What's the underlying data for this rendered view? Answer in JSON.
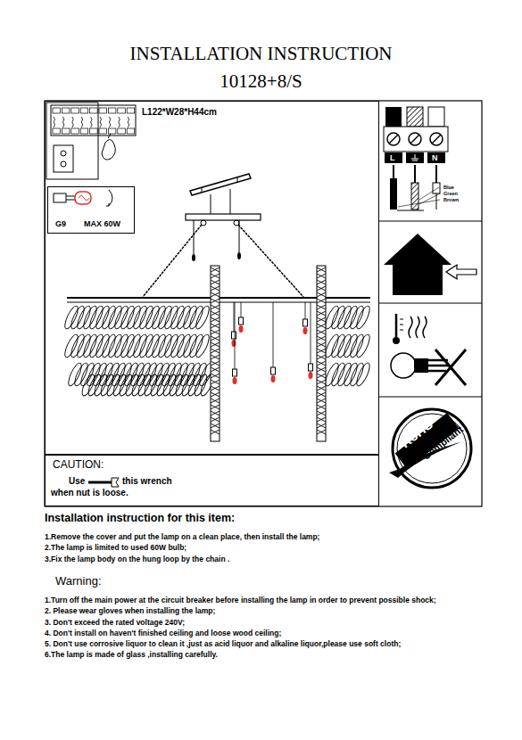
{
  "diagram": {
    "title": "INSTALLATION INSTRUCTION",
    "nodes": [
      {
        "text": [
          "L122*W28*H44cm"
        ]
      },
      {
        "text": [
          "G9",
          "MAX 60W"
        ],
        "in": 0
      },
      {
        "text": [
          "CAUTION:",
          "Use",
          "this wrench",
          "when nut is loose."
        ]
      },
      {
        "text": [
          "L",
          "N",
          "Blue",
          "Green",
          "Brown"
        ]
      },
      {
        "text": [
          "RoHS",
          "Compliant"
        ]
      }
    ],
    "labels": [
      "10128+8/S",
      "Installation instruction for this item:",
      "1.Remove the cover and put the lamp on a clean place, then install the lamp;",
      "2.The lamp is limited to used 60W bulb;",
      "3.Fix the lamp body on the hung loop by the chain .",
      "Warning:",
      "1.Turn off the main power at the circuit breaker before installing the lamp in order to prevent possible shock;",
      "2. Please wear gloves when installing the lamp;",
      "3. Don't exceed the rated voltage 240V;",
      "4. Don't install on haven't finished ceiling and loose wood ceiling;",
      "5. Don't use corrosive liquor to clean it ,just as acid liquor and alkaline liquor,please use soft cloth;",
      "6.The lamp is made of glass ,installing carefully."
    ]
  }
}
